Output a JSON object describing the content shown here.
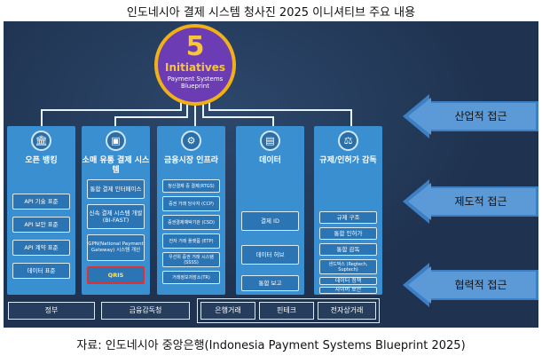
{
  "title": "인도네시아 결제 시스템 청사진 2025 이니셔티브 주요 내용",
  "source": "자료: 인도네시아 중앙은행(Indonesia Payment Systems Blueprint 2025)",
  "badge": {
    "number": "5",
    "label": "Initiatives",
    "subtitle": "Payment Systems Blueprint"
  },
  "columns": [
    {
      "heading": "오픈 뱅킹",
      "icon": "bank-icon",
      "items": [
        "API 기술 표준",
        "API 보안 표준",
        "API 계약 표준",
        "데이터 표준"
      ]
    },
    {
      "heading": "소매 유통 결제 시스템",
      "icon": "mobile-payment-icon",
      "items": [
        "통합 결제 인터페이스",
        "신속 결제 시스템 개발(BI-FAST)",
        "GPN(National Payment Gateway) 시스템 개선",
        "QRIS"
      ]
    },
    {
      "heading": "금융시장 인프라",
      "icon": "gear-icon",
      "items": [
        "청산결제 중 결제(RTGS)",
        "증권 거래 당사자 (CCP)",
        "증권결제예탁기관 (CSD)",
        "전자 거래 플랫폼 (ETP)",
        "우선위 증권 거래 시스템(SSSS)",
        "거래정보저장소(TR)"
      ]
    },
    {
      "heading": "데이터",
      "icon": "data-icon",
      "items": [
        "결제 ID",
        "데이터 허브",
        "통합 보고"
      ]
    },
    {
      "heading": "규제/인허가 감독",
      "icon": "gavel-icon",
      "items": [
        "규제 구조",
        "통합 인허가",
        "통합 감독",
        "샌드박스 (Regtech, Suptech)",
        "데이터 정책",
        "사이버 보안"
      ]
    }
  ],
  "bottom": {
    "government": "정부",
    "fsa": "금융감독청",
    "sectors": [
      "은행거래",
      "핀테크",
      "전자상거래"
    ]
  },
  "approaches": [
    "산업적 접근",
    "제도적 접근",
    "협력적 접근"
  ],
  "colors": {
    "panel": "#1f3350",
    "column": "#3a8fd0",
    "badge": "#6b3cb3",
    "badge_ring": "#f0b018",
    "highlight": "#e03030",
    "arrow": "#3c7fc4"
  }
}
